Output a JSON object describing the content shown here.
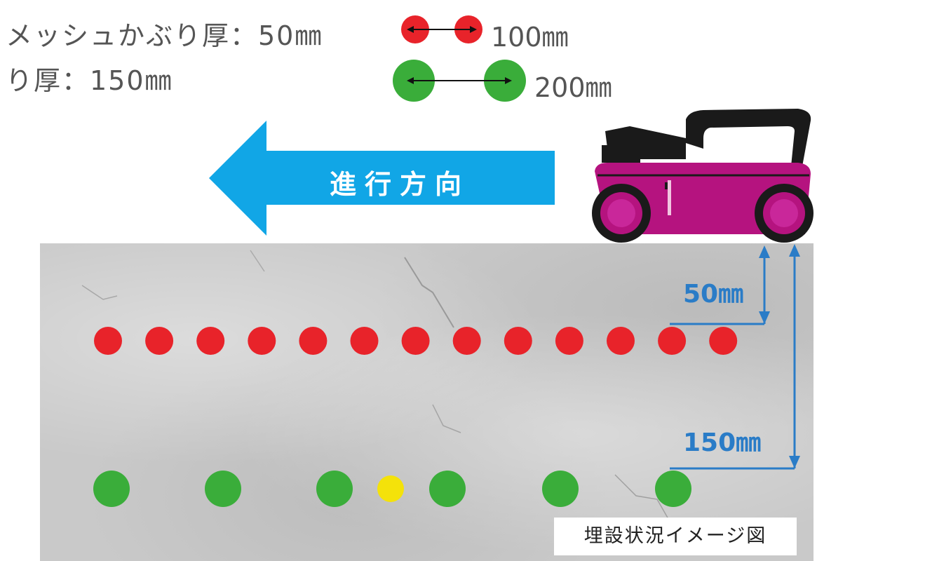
{
  "header": {
    "mesh_cover_line": "メッシュかぶり厚：50㎜",
    "second_line": "り厚：150㎜"
  },
  "legend": {
    "red_label": "100㎜",
    "green_label": "200㎜",
    "red_color": "#e8232a",
    "green_color": "#3aad3a"
  },
  "direction": {
    "label": "進行方向",
    "arrow_color": "#11a6e6"
  },
  "device": {
    "body_color": "#b5137f",
    "handle_color": "#1a1a1a"
  },
  "dimensions": {
    "upper_label": "50㎜",
    "lower_label": "150㎜",
    "color": "#2a7cc7"
  },
  "rebar": {
    "red_count": 13,
    "green_count": 6,
    "yellow_count": 1,
    "yellow_color": "#f4e20a"
  },
  "caption": "埋設状況イメージ図"
}
